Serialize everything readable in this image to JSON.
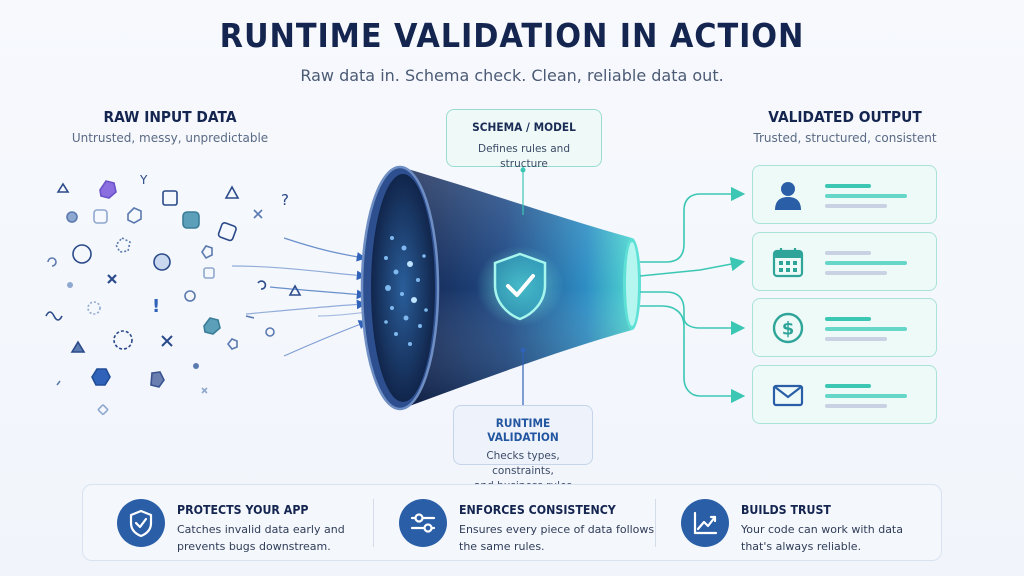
{
  "header": {
    "title": "RUNTIME VALIDATION IN ACTION",
    "subtitle": "Raw data in. Schema check. Clean, reliable data out."
  },
  "input": {
    "title": "RAW INPUT DATA",
    "subtitle": "Untrusted, messy, unpredictable"
  },
  "output": {
    "title": "VALIDATED OUTPUT",
    "subtitle": "Trusted, structured, consistent",
    "cards": [
      {
        "icon": "user-icon"
      },
      {
        "icon": "calendar-icon"
      },
      {
        "icon": "dollar-icon"
      },
      {
        "icon": "mail-icon"
      }
    ]
  },
  "schema": {
    "title": "SCHEMA / MODEL",
    "desc": "Defines rules and structure"
  },
  "runtime": {
    "title": "RUNTIME VALIDATION",
    "desc_line1": "Checks types, constraints,",
    "desc_line2": "and business rules"
  },
  "features": [
    {
      "icon": "shield-check-icon",
      "title": "PROTECTS YOUR APP",
      "line1": "Catches invalid data early and",
      "line2": "prevents bugs downstream."
    },
    {
      "icon": "sliders-icon",
      "title": "ENFORCES CONSISTENCY",
      "line1": "Ensures every piece of data follows",
      "line2": "the same rules."
    },
    {
      "icon": "trend-chart-icon",
      "title": "BUILDS TRUST",
      "line1": "Your code can work with data",
      "line2": "that's always reliable."
    }
  ],
  "colors": {
    "navy": "#142550",
    "teal": "#3cc7b5",
    "blue": "#2a5fa8"
  }
}
